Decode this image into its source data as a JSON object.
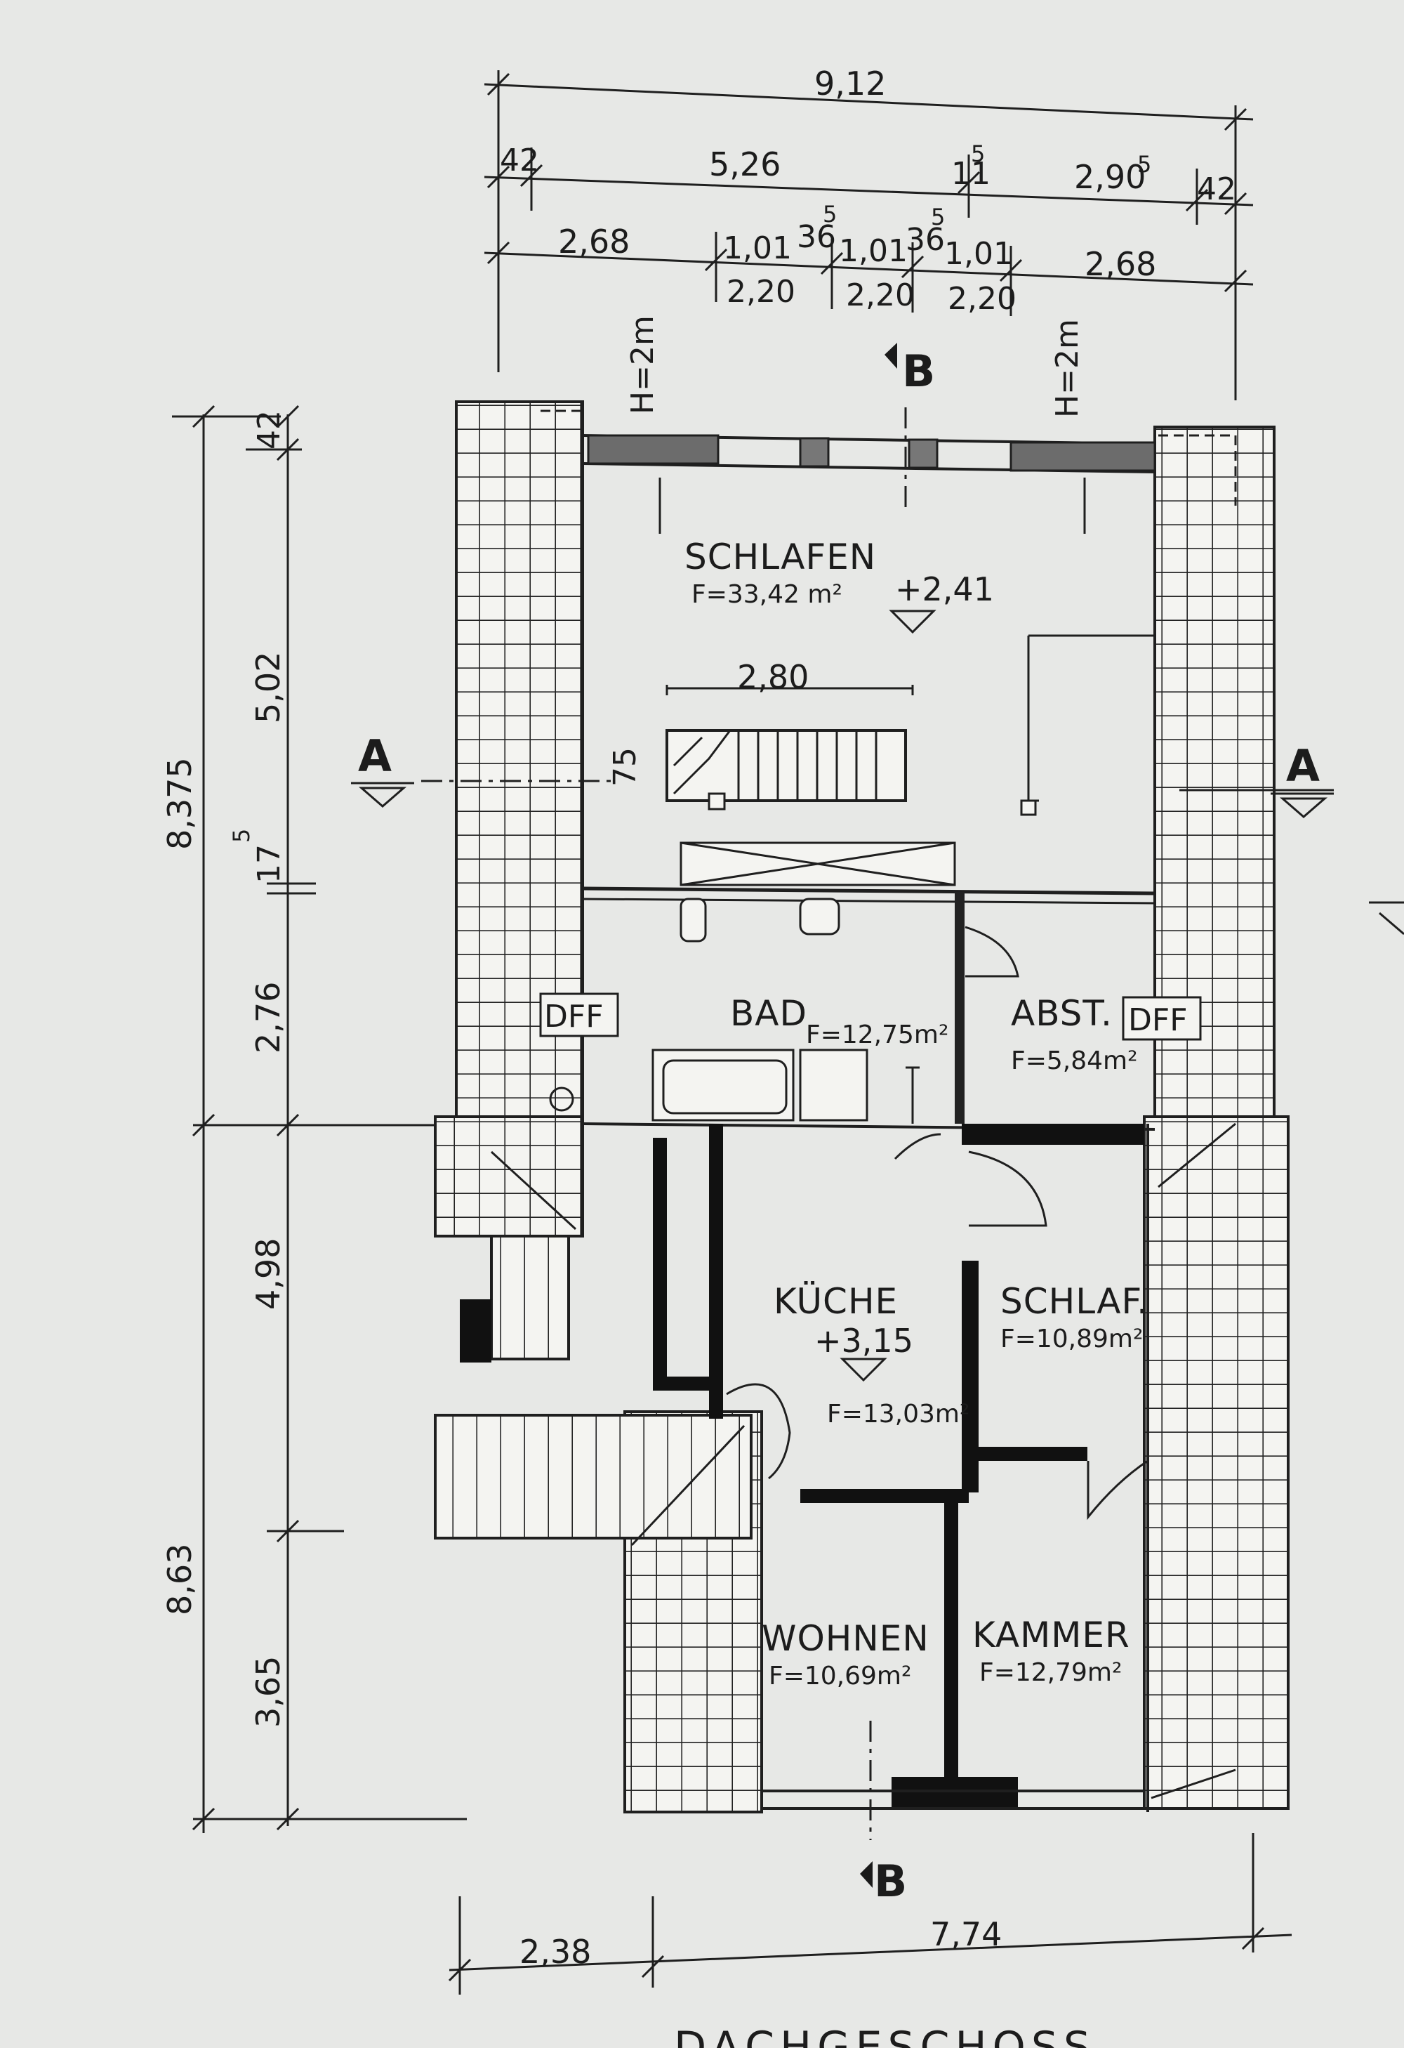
{
  "plan_title": "DACHGESCHOSS",
  "rooms": {
    "schlafen": {
      "name": "SCHLAFEN",
      "area": "F=33,42 m²",
      "level": "+2,41"
    },
    "bad": {
      "name": "BAD",
      "area": "F=12,75m²"
    },
    "abst": {
      "name": "ABST.",
      "area": "F=5,84m²"
    },
    "kueche": {
      "name": "KÜCHE",
      "area": "F=13,03m²",
      "level": "+3,15"
    },
    "schlaf": {
      "name": "SCHLAF.",
      "area": "F=10,89m²"
    },
    "wohnen": {
      "name": "WOHNEN",
      "area": "F=10,69m²"
    },
    "kammer": {
      "name": "KAMMER",
      "area": "F=12,79m²"
    }
  },
  "windows": {
    "dff_left": "DFF",
    "dff_right": "DFF"
  },
  "heights": {
    "left": "H=2m",
    "right": "H=2m"
  },
  "section_marks": {
    "a_left": "A",
    "a_right": "A",
    "b_top": "B",
    "b_bottom": "B"
  },
  "dims_top": {
    "overall": "9,12",
    "row2": [
      "42",
      "5,26",
      "11",
      "5",
      "2,90",
      "5",
      "42"
    ],
    "row3": [
      "2,68",
      "1,01",
      "36",
      "5",
      "1,01",
      "36",
      "5",
      "1,01",
      "2,68"
    ],
    "sill": [
      "2,20",
      "2,20",
      "2,20"
    ]
  },
  "dims_left": {
    "overall_upper": "8,375",
    "overall_lower": "8,63",
    "segments": [
      "42",
      "5,02",
      "17",
      "5",
      "2,76",
      "4,98",
      "3,65"
    ]
  },
  "dims_bottom": [
    "2,38",
    "7,74"
  ],
  "stair_dims": {
    "length": "2,80",
    "depth": "75"
  }
}
